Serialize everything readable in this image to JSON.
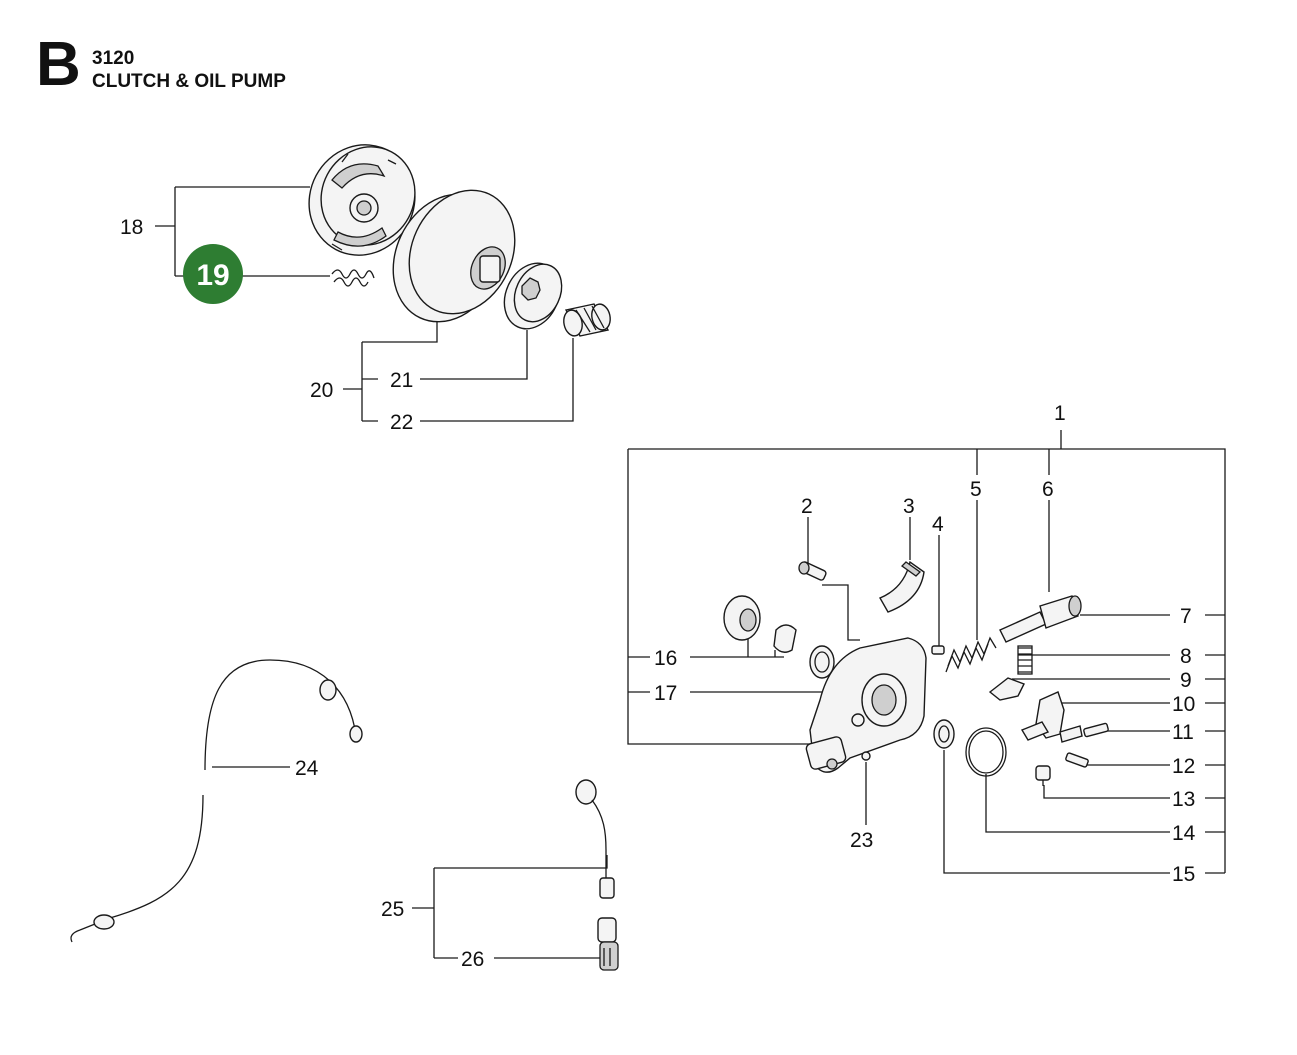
{
  "header": {
    "section_letter": "B",
    "section_code": "3120",
    "section_title": "CLUTCH & OIL PUMP"
  },
  "highlight": {
    "part_number": "19",
    "color": "#2e7d32"
  },
  "part_numbers": [
    "1",
    "2",
    "3",
    "4",
    "5",
    "6",
    "7",
    "8",
    "9",
    "10",
    "11",
    "12",
    "13",
    "14",
    "15",
    "16",
    "17",
    "18",
    "20",
    "21",
    "22",
    "23",
    "24",
    "25",
    "26"
  ]
}
